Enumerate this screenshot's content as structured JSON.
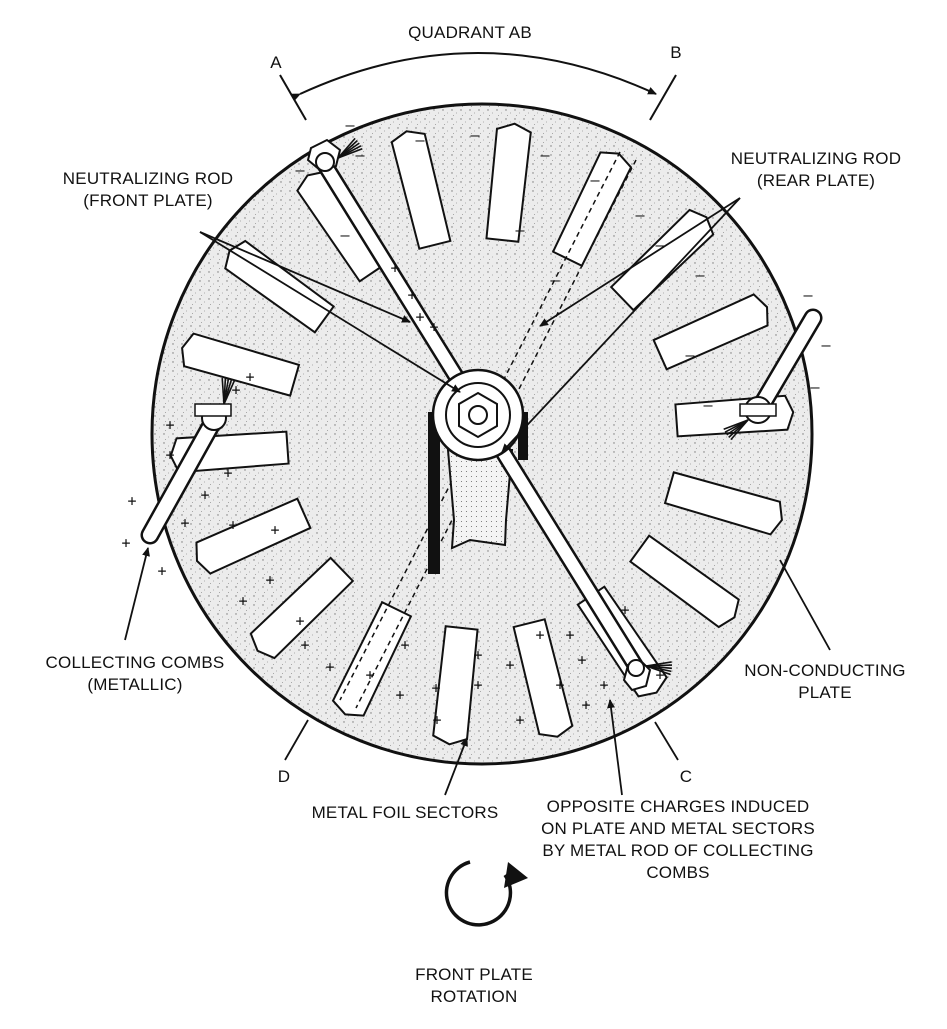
{
  "labels": {
    "quadrant": "QUADRANT AB",
    "point_a": "A",
    "point_b": "B",
    "point_c": "C",
    "point_d": "D",
    "neutralizing_front_line1": "NEUTRALIZING ROD",
    "neutralizing_front_line2": "(FRONT PLATE)",
    "neutralizing_rear_line1": "NEUTRALIZING ROD",
    "neutralizing_rear_line2": "(REAR PLATE)",
    "combs_line1": "COLLECTING COMBS",
    "combs_line2": "(METALLIC)",
    "nonconducting_line1": "NON-CONDUCTING",
    "nonconducting_line2": "PLATE",
    "foil_sectors": "METAL FOIL SECTORS",
    "opposite_line1": "OPPOSITE CHARGES INDUCED",
    "opposite_line2": "ON PLATE AND METAL SECTORS",
    "opposite_line3": "BY METAL ROD OF COLLECTING",
    "opposite_line4": "COMBS",
    "rotation_line1": "FRONT PLATE",
    "rotation_line2": "ROTATION"
  },
  "signs": {
    "plus": "+",
    "minus": "—"
  },
  "colors": {
    "ink": "#111111",
    "plate": "#e9e9e9",
    "sector": "#ffffff"
  }
}
